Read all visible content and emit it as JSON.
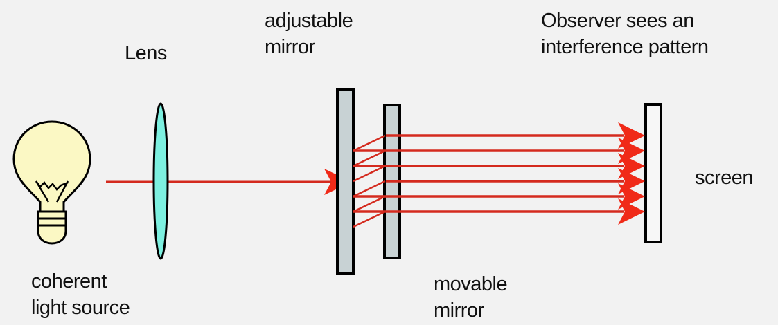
{
  "labels": {
    "lens": "Lens",
    "adjustable_mirror": [
      "adjustable",
      "mirror"
    ],
    "observer": [
      "Observer sees an",
      "interference pattern"
    ],
    "screen": "screen",
    "light_source": [
      "coherent",
      "light source"
    ],
    "movable_mirror": [
      "movable",
      "mirror"
    ]
  },
  "colors": {
    "background": "#f2f2f2",
    "beam": "#d42a1e",
    "arrowhead": "#f02a18",
    "mirror_fill": "#c8d2d4",
    "lens_fill": "#7df0e0",
    "bulb_fill": "#fbf8c4"
  }
}
